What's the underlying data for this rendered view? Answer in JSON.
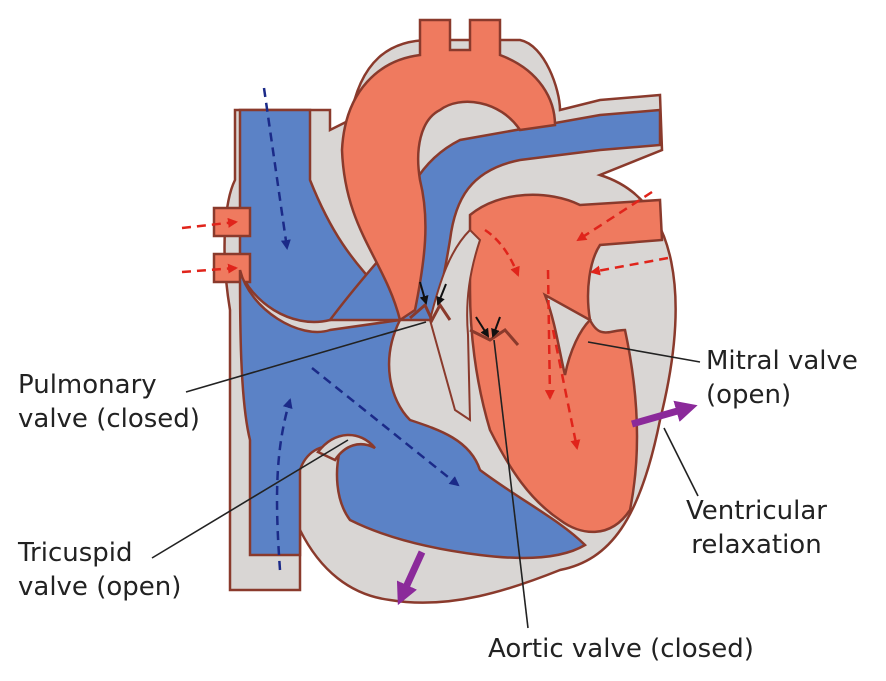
{
  "labels": {
    "pulmonary": [
      "Pulmonary",
      "valve (closed)"
    ],
    "tricuspid": [
      "Tricuspid",
      "valve (open)"
    ],
    "mitral": [
      "Mitral valve",
      "(open)"
    ],
    "ventricular": [
      "Ventricular",
      "relaxation"
    ],
    "aortic": "Aortic valve (closed)"
  },
  "colors": {
    "deoxygenated": "#5b82c6",
    "oxygenated": "#ef7a5f",
    "tissue": "#d9d6d4",
    "outline": "#8a3a2c",
    "flow_blue": "#1b2a88",
    "flow_red": "#e0241b",
    "motion": "#8b2a9a",
    "leader": "#222222"
  }
}
